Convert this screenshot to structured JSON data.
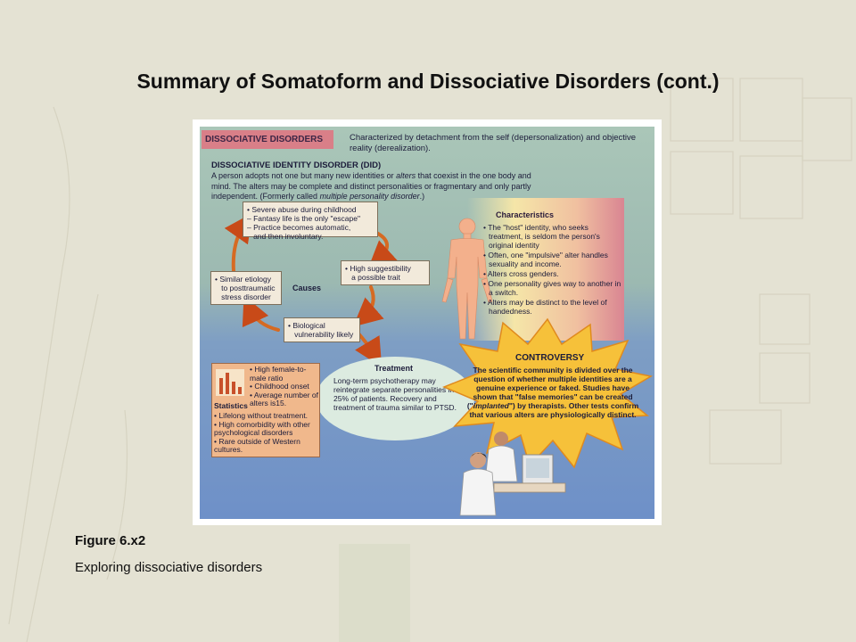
{
  "slide": {
    "title": "Summary of Somatoform and Dissociative Disorders (cont.)",
    "background_color": "#e4e2d3"
  },
  "figure": {
    "header": {
      "label": "DISSOCIATIVE DISORDERS",
      "description": "Characterized by detachment from the self (depersonalization) and objective reality (derealization)."
    },
    "did": {
      "title": "DISSOCIATIVE IDENTITY DISORDER (DID)",
      "desc_1": "A person adopts not one but many new identities or ",
      "desc_alters": "alters",
      "desc_2": " that coexist in the one body and mind. The alters may be complete and distinct personalities or fragmentary and only partly independent. (Formerly called ",
      "desc_mpd": "multiple personality disorder",
      "desc_3": ".)"
    },
    "causes": {
      "label": "Causes",
      "cycle": [
        "• Severe abuse during childhood\n– Fantasy life is the only \"escape\"\n– Practice becomes automatic,\n   and then involuntary.",
        "• High suggestibility\n   a possible trait",
        "• Biological\n   vulnerability likely",
        "• Similar etiology\n   to posttraumatic\n   stress disorder"
      ]
    },
    "characteristics": {
      "title": "Characteristics",
      "items": [
        "The \"host\" identity, who seeks treatment, is seldom the person's original identity",
        "Often, one \"impulsive\" alter handles sexuality and income.",
        "Alters cross genders.",
        "One personality gives way to another in a switch.",
        "Alters may be distinct to the level of handedness."
      ]
    },
    "treatment": {
      "title": "Treatment",
      "text": "Long-term psychotherapy may reintegrate separate personalities in 25% of patients. Recovery and treatment of trauma similar to PTSD."
    },
    "statistics": {
      "label": "Statistics",
      "top_items": [
        "High female-to-male ratio",
        "Childhood onset",
        "Average number of alters is15."
      ],
      "bottom_items": [
        "Lifelong without treatment.",
        "High comorbidity with other psychological disorders",
        "Rare outside of Western cultures."
      ]
    },
    "controversy": {
      "title": "CONTROVERSY",
      "text_1": "The scientific community is divided over the question of whether multiple identities are a genuine experience or faked. Studies have shown that \"false memories\" can be created (\"",
      "text_implanted": "implanted",
      "text_2": "\") by therapists. Other tests confirm that various alters are physiologically distinct."
    },
    "colors": {
      "header_label": "#d97f88",
      "stats_box": "#f0b88c",
      "controversy_star": "#f6c13a",
      "figure_body": "#f3b08c"
    }
  },
  "caption": {
    "title": "Figure 6.x2",
    "text": "Exploring dissociative disorders"
  }
}
